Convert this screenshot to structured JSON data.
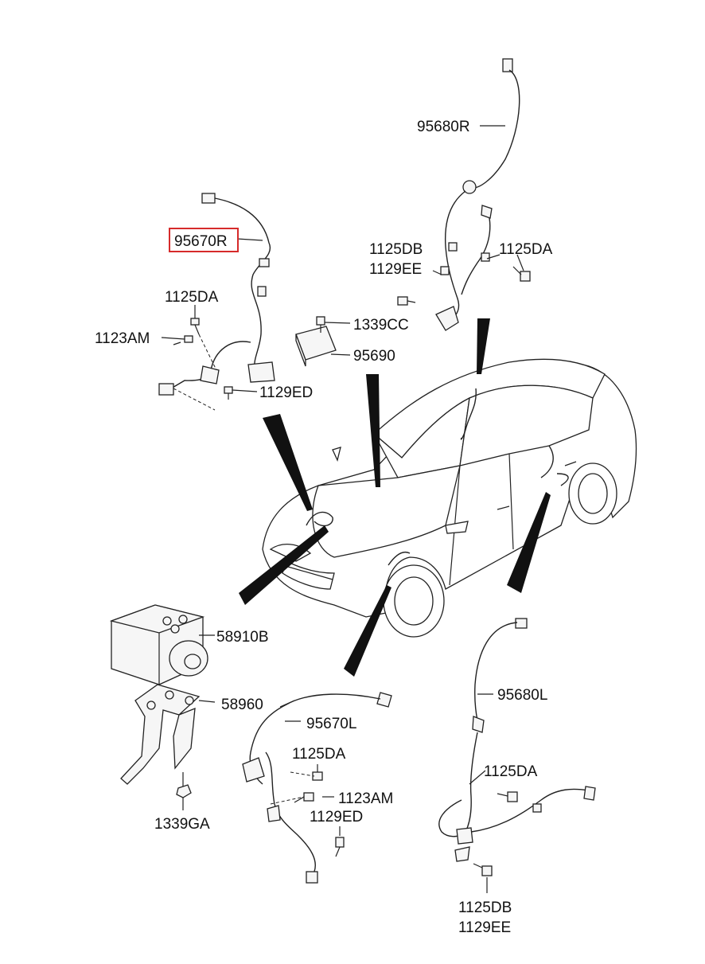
{
  "callouts": {
    "sensor_rr": "95680R",
    "sensor_fr": "95670R",
    "bolt_1125db_top": "1125DB",
    "bolt_1129ee_top": "1129EE",
    "bolt_1125da_rear_top": "1125DA",
    "bolt_1125da_front_top": "1125DA",
    "bolt_1123am_top": "1123AM",
    "bolt_1339cc": "1339CC",
    "module_95690": "95690",
    "bolt_1129ed_top": "1129ED",
    "hecu_58910b": "58910B",
    "bracket_58960": "58960",
    "nut_1339ga": "1339GA",
    "sensor_fl": "95670L",
    "bolt_1125da_front_bottom": "1125DA",
    "bolt_1123am_bottom": "1123AM",
    "bolt_1129ed_bottom": "1129ED",
    "sensor_rl": "95680L",
    "bolt_1125da_rear_bottom": "1125DA",
    "bolt_1125db_bottom": "1125DB",
    "bolt_1129ee_bottom": "1129EE"
  },
  "highlight": {
    "part": "sensor_fr",
    "color": "#d62b2b"
  },
  "icons": {
    "vehicle": "sedan-illustration",
    "hecu": "abs-hydraulic-unit-icon",
    "bracket": "mounting-bracket-icon",
    "sensor": "wheel-speed-sensor-icon",
    "bolt": "bolt-icon",
    "module": "sensor-module-icon"
  }
}
